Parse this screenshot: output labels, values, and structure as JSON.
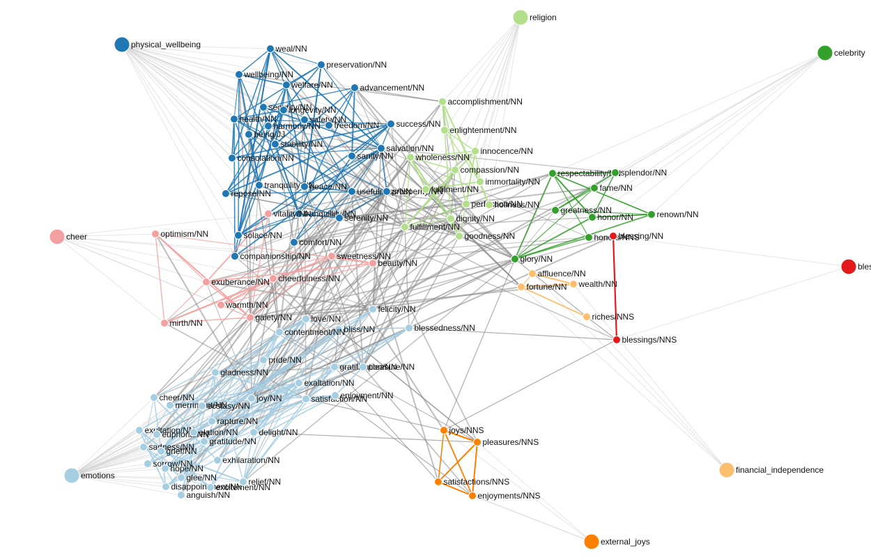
{
  "network": {
    "groups": [
      {
        "id": "wellbeing",
        "hub": "physical_wellbeing",
        "color": "#1f77b4"
      },
      {
        "id": "emotions",
        "hub": "emotions",
        "color": "#a6cee3"
      },
      {
        "id": "cheer",
        "hub": "cheer",
        "color": "#f4a0a0"
      },
      {
        "id": "religion",
        "hub": "religion",
        "color": "#b2df8a"
      },
      {
        "id": "celebrity",
        "hub": "celebrity",
        "color": "#33a02c"
      },
      {
        "id": "bles",
        "hub": "bles",
        "color": "#e31a1c"
      },
      {
        "id": "financial",
        "hub": "financial_independence",
        "color": "#fdbf6f"
      },
      {
        "id": "external",
        "hub": "external_joys",
        "color": "#ff7f00"
      }
    ],
    "hubs": [
      {
        "label": "physical_wellbeing",
        "group": "wellbeing"
      },
      {
        "label": "religion",
        "group": "religion"
      },
      {
        "label": "celebrity",
        "group": "celebrity"
      },
      {
        "label": "cheer",
        "group": "cheer"
      },
      {
        "label": "bles",
        "group": "bles"
      },
      {
        "label": "emotions",
        "group": "emotions"
      },
      {
        "label": "financial_independence",
        "group": "financial"
      },
      {
        "label": "external_joys",
        "group": "external"
      }
    ],
    "nodes": [
      {
        "label": "weal/NN",
        "group": "wellbeing"
      },
      {
        "label": "preservation/NN",
        "group": "wellbeing"
      },
      {
        "label": "wellbeing/NN",
        "group": "wellbeing"
      },
      {
        "label": "welfare/NN",
        "group": "wellbeing"
      },
      {
        "label": "advancement/NN",
        "group": "wellbeing"
      },
      {
        "label": "security/NN",
        "group": "wellbeing"
      },
      {
        "label": "longevity/NN",
        "group": "wellbeing"
      },
      {
        "label": "health/NN",
        "group": "wellbeing"
      },
      {
        "label": "safety/NN",
        "group": "wellbeing"
      },
      {
        "label": "harmony/NN",
        "group": "wellbeing"
      },
      {
        "label": "freedom/NN",
        "group": "wellbeing"
      },
      {
        "label": "success/NN",
        "group": "wellbeing"
      },
      {
        "label": "being/JJ",
        "group": "wellbeing"
      },
      {
        "label": "stability/NN",
        "group": "wellbeing"
      },
      {
        "label": "salvation/NN",
        "group": "wellbeing"
      },
      {
        "label": "consolation/NN",
        "group": "wellbeing"
      },
      {
        "label": "sanity/NN",
        "group": "wellbeing"
      },
      {
        "label": "tranquility/NN",
        "group": "wellbeing"
      },
      {
        "label": "peace/NN",
        "group": "wellbeing"
      },
      {
        "label": "usefulness/NN",
        "group": "wellbeing"
      },
      {
        "label": "prosperity/NN",
        "group": "wellbeing"
      },
      {
        "label": "repose/NN",
        "group": "wellbeing"
      },
      {
        "label": "tranquillity/NN",
        "group": "wellbeing"
      },
      {
        "label": "serenity/NN",
        "group": "wellbeing"
      },
      {
        "label": "solace/NN",
        "group": "wellbeing"
      },
      {
        "label": "comfort/NN",
        "group": "wellbeing"
      },
      {
        "label": "companionship/NN",
        "group": "wellbeing"
      },
      {
        "label": "accomplishment/NN",
        "group": "religion"
      },
      {
        "label": "enlightenment/NN",
        "group": "religion"
      },
      {
        "label": "innocence/NN",
        "group": "religion"
      },
      {
        "label": "wholeness/NN",
        "group": "religion"
      },
      {
        "label": "compassion/NN",
        "group": "religion"
      },
      {
        "label": "immortality/NN",
        "group": "religion"
      },
      {
        "label": "fulfilment/NN",
        "group": "religion"
      },
      {
        "label": "perfection/NN",
        "group": "religion"
      },
      {
        "label": "holiness/NN",
        "group": "religion"
      },
      {
        "label": "dignity/NN",
        "group": "religion"
      },
      {
        "label": "fulfillment/NN",
        "group": "religion"
      },
      {
        "label": "goodness/NN",
        "group": "religion"
      },
      {
        "label": "respectability/NN",
        "group": "celebrity"
      },
      {
        "label": "splendor/NN",
        "group": "celebrity"
      },
      {
        "label": "fame/NN",
        "group": "celebrity"
      },
      {
        "label": "greatness/NN",
        "group": "celebrity"
      },
      {
        "label": "renown/NN",
        "group": "celebrity"
      },
      {
        "label": "honor/NN",
        "group": "celebrity"
      },
      {
        "label": "honors/NNS",
        "group": "celebrity"
      },
      {
        "label": "glory/NN",
        "group": "celebrity"
      },
      {
        "label": "blessing/NN",
        "group": "bles"
      },
      {
        "label": "blessings/NNS",
        "group": "bles"
      },
      {
        "label": "affluence/NN",
        "group": "financial"
      },
      {
        "label": "wealth/NN",
        "group": "financial"
      },
      {
        "label": "fortune/NN",
        "group": "financial"
      },
      {
        "label": "riches/NNS",
        "group": "financial"
      },
      {
        "label": "optimism/NN",
        "group": "cheer"
      },
      {
        "label": "vitality/NN",
        "group": "cheer"
      },
      {
        "label": "sweetness/NN",
        "group": "cheer"
      },
      {
        "label": "beauty/NN",
        "group": "cheer"
      },
      {
        "label": "exuberance/NN",
        "group": "cheer"
      },
      {
        "label": "cheerfulness/NN",
        "group": "cheer"
      },
      {
        "label": "warmth/NN",
        "group": "cheer"
      },
      {
        "label": "gaiety/NN",
        "group": "cheer"
      },
      {
        "label": "mirth/NN",
        "group": "cheer"
      },
      {
        "label": "felicity/NN",
        "group": "emotions"
      },
      {
        "label": "love/NN",
        "group": "emotions"
      },
      {
        "label": "bliss/NN",
        "group": "emotions"
      },
      {
        "label": "blessedness/NN",
        "group": "emotions"
      },
      {
        "label": "contentment/NN",
        "group": "emotions"
      },
      {
        "label": "pride/NN",
        "group": "emotions"
      },
      {
        "label": "gratification/NN",
        "group": "emotions"
      },
      {
        "label": "pleasure/NN",
        "group": "emotions"
      },
      {
        "label": "gladness/NN",
        "group": "emotions"
      },
      {
        "label": "exaltation/NN",
        "group": "emotions"
      },
      {
        "label": "cheer/NN",
        "group": "emotions"
      },
      {
        "label": "joy/NN",
        "group": "emotions"
      },
      {
        "label": "satisfaction/NN",
        "group": "emotions"
      },
      {
        "label": "enjoyment/NN",
        "group": "emotions"
      },
      {
        "label": "merriment/NN",
        "group": "emotions"
      },
      {
        "label": "ecstasy/NN",
        "group": "emotions"
      },
      {
        "label": "rapture/NN",
        "group": "emotions"
      },
      {
        "label": "exultation/NN",
        "group": "emotions"
      },
      {
        "label": "euphoria/NN",
        "group": "emotions"
      },
      {
        "label": "elation/NN",
        "group": "emotions"
      },
      {
        "label": "delight/NN",
        "group": "emotions"
      },
      {
        "label": "sadness/NN",
        "group": "emotions"
      },
      {
        "label": "gratitude/NN",
        "group": "emotions"
      },
      {
        "label": "grief/NN",
        "group": "emotions"
      },
      {
        "label": "sorrow/NN",
        "group": "emotions"
      },
      {
        "label": "exhilaration/NN",
        "group": "emotions"
      },
      {
        "label": "hope/NN",
        "group": "emotions"
      },
      {
        "label": "glee/NN",
        "group": "emotions"
      },
      {
        "label": "disappointment/NN",
        "group": "emotions"
      },
      {
        "label": "excitement/NN",
        "group": "emotions"
      },
      {
        "label": "relief/NN",
        "group": "emotions"
      },
      {
        "label": "anguish/NN",
        "group": "emotions"
      },
      {
        "label": "joys/NNS",
        "group": "external"
      },
      {
        "label": "pleasures/NNS",
        "group": "external"
      },
      {
        "label": "satisfactions/NNS",
        "group": "external"
      },
      {
        "label": "enjoyments/NNS",
        "group": "external"
      }
    ]
  }
}
